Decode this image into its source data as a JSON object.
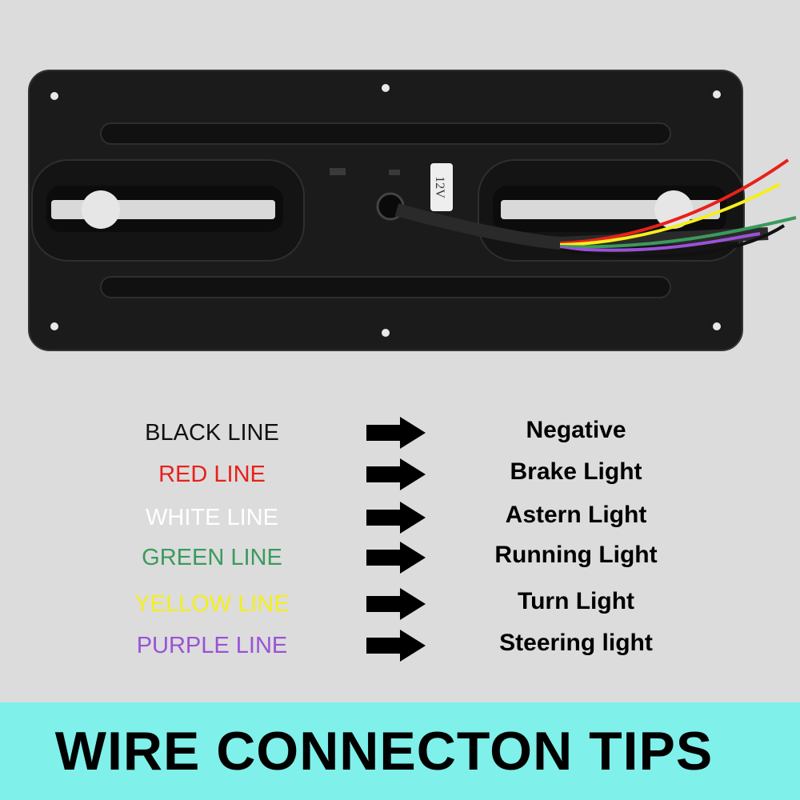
{
  "product": {
    "voltage_label": "12V"
  },
  "wires": [
    {
      "wire": "BLACK LINE",
      "color": "#111111",
      "function": "Negative"
    },
    {
      "wire": "RED LINE",
      "color": "#e8211b",
      "function": "Brake Light"
    },
    {
      "wire": "WHITE LINE",
      "color": "#ffffff",
      "function": "Astern Light"
    },
    {
      "wire": "GREEN LINE",
      "color": "#3b9a5c",
      "function": "Running Light"
    },
    {
      "wire": "YELLOW LINE",
      "color": "#f5ef1c",
      "function": "Turn Light"
    },
    {
      "wire": "PURPLE LINE",
      "color": "#9a52d6",
      "function": "Steering light"
    }
  ],
  "banner": {
    "title": "WIRE CONNECTON TIPS"
  }
}
